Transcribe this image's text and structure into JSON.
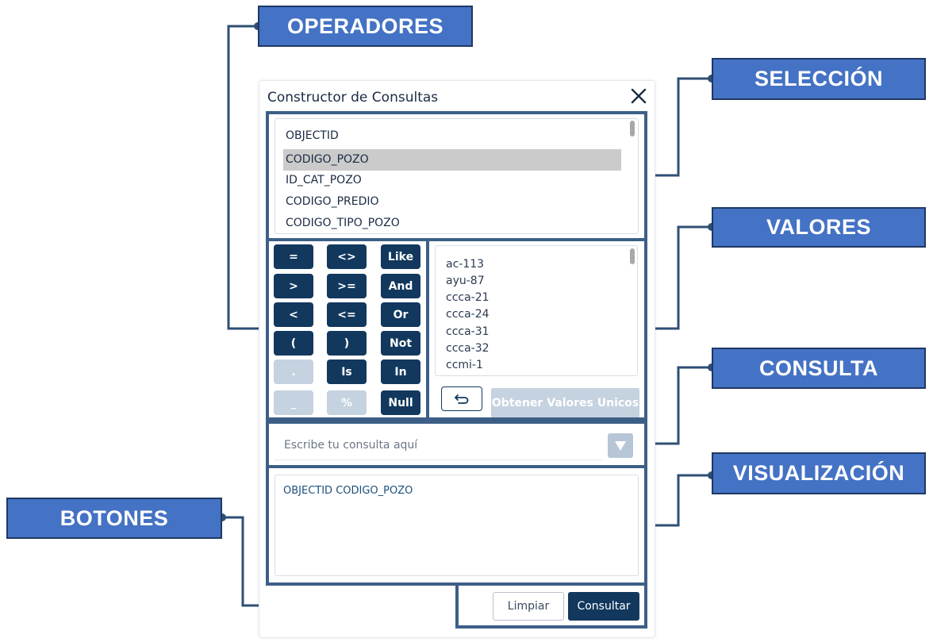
{
  "callouts": {
    "operadores": "OPERADORES",
    "seleccion": "SELECCIÓN",
    "valores": "VALORES",
    "consulta": "CONSULTA",
    "visualizacion": "VISUALIZACIÓN",
    "botones": "BOTONES"
  },
  "dialog": {
    "title": "Constructor de Consultas",
    "close_icon": "close-icon"
  },
  "fields": {
    "items": [
      "OBJECTID",
      "CODIGO_POZO",
      "ID_CAT_POZO",
      "CODIGO_PREDIO",
      "CODIGO_TIPO_POZO"
    ],
    "selected": "CODIGO_POZO"
  },
  "operators": [
    {
      "label": "=",
      "enabled": true
    },
    {
      "label": "<>",
      "enabled": true
    },
    {
      "label": "Like",
      "enabled": true
    },
    {
      "label": ">",
      "enabled": true
    },
    {
      "label": ">=",
      "enabled": true
    },
    {
      "label": "And",
      "enabled": true
    },
    {
      "label": "<",
      "enabled": true
    },
    {
      "label": "<=",
      "enabled": true
    },
    {
      "label": "Or",
      "enabled": true
    },
    {
      "label": "(",
      "enabled": true
    },
    {
      "label": ")",
      "enabled": true
    },
    {
      "label": "Not",
      "enabled": true
    },
    {
      "label": ".",
      "enabled": false
    },
    {
      "label": "Is",
      "enabled": true
    },
    {
      "label": "In",
      "enabled": true
    },
    {
      "label": "_",
      "enabled": false
    },
    {
      "label": "%",
      "enabled": false
    },
    {
      "label": "Null",
      "enabled": true
    }
  ],
  "values": {
    "items": [
      "ac-113",
      "ayu-87",
      "ccca-21",
      "ccca-24",
      "ccca-31",
      "ccca-32",
      "ccmi-1"
    ],
    "undo_icon": "undo-icon",
    "unique_button": "Obtener Valores Unicos"
  },
  "query": {
    "placeholder": "Escribe tu consulta aquí",
    "value": "",
    "dropdown_icon": "triangle-down-icon"
  },
  "preview": {
    "text": "OBJECTID CODIGO_POZO"
  },
  "buttons": {
    "clear": "Limpiar",
    "submit": "Consultar"
  },
  "colors": {
    "callout_bg": "#4472c4",
    "frame": "#3d5f87",
    "primary": "#12385e",
    "disabled": "#c5d2df"
  }
}
